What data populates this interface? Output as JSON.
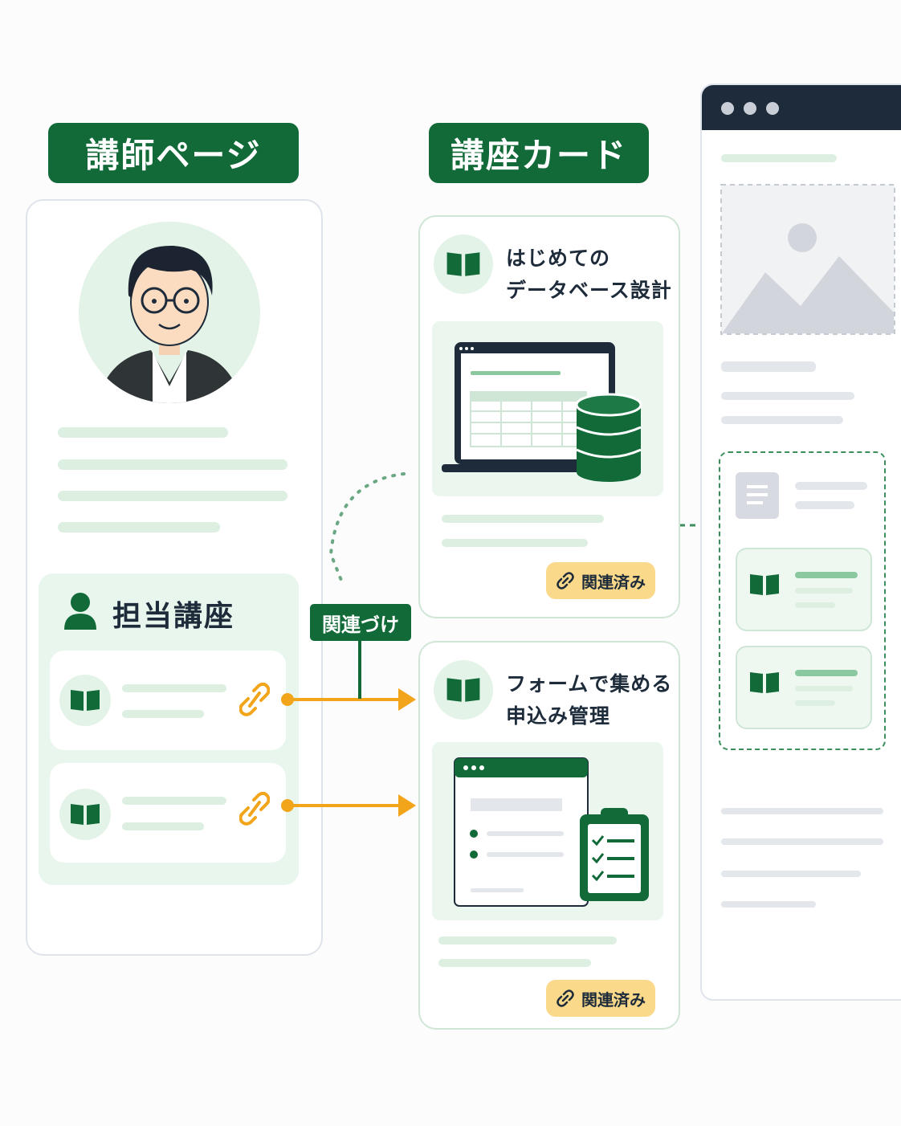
{
  "instructor_page": {
    "title": "講師ページ",
    "section_title": "担当講座"
  },
  "course_cards": {
    "title": "講座カード",
    "cards": [
      {
        "title_line1": "はじめての",
        "title_line2": "データベース設計",
        "badge": "関連済み"
      },
      {
        "title_line1": "フォームで集める",
        "title_line2": "申込み管理",
        "badge": "関連済み"
      }
    ]
  },
  "connector": {
    "label": "関連づけ"
  },
  "colors": {
    "brand_green": "#116a38",
    "light_green": "#e3f3e8",
    "link_orange": "#f2a51a",
    "badge_yellow": "#fbd98a",
    "navy": "#1d2b3a"
  },
  "icons": [
    "person-icon",
    "book-icon",
    "link-icon",
    "image-placeholder-icon",
    "document-icon",
    "database-icon",
    "clipboard-check-icon",
    "laptop-icon"
  ]
}
